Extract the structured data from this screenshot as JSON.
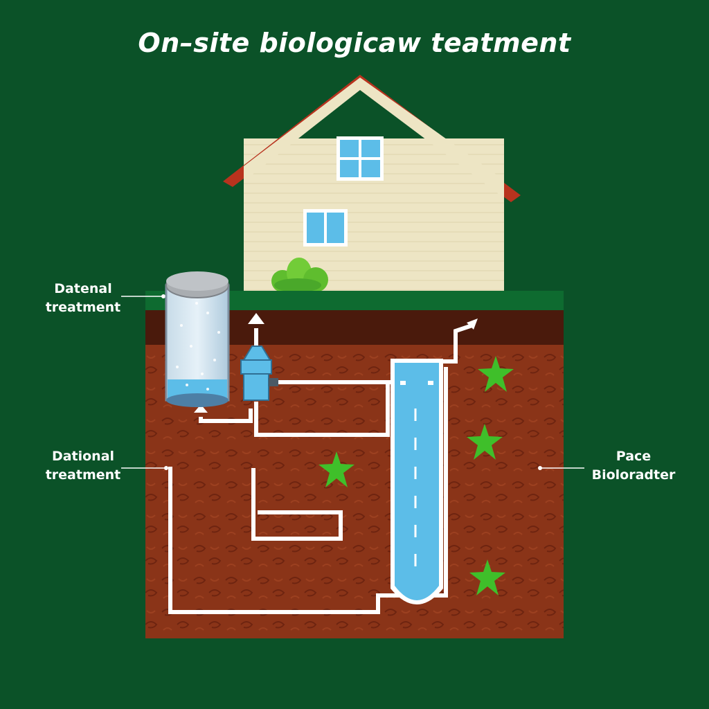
{
  "title": "On–site biologicaw teatment",
  "labels": {
    "top_left": {
      "line1": "Datenal",
      "line2": "treatment"
    },
    "mid_left": {
      "line1": "Dational",
      "line2": "treatment"
    },
    "right": {
      "line1": "Pace",
      "line2": "Bioloradter"
    }
  },
  "colors": {
    "background": "#0b5228",
    "roof": "#b8331e",
    "house_wall": "#ede5c4",
    "window": "#5cbde8",
    "grass": "#0e6b30",
    "topsoil": "#4a1a0c",
    "soil": "#8a3418",
    "pipe": "#ffffff",
    "water": "#5cbde8",
    "microbes": "#3fbf2a"
  }
}
